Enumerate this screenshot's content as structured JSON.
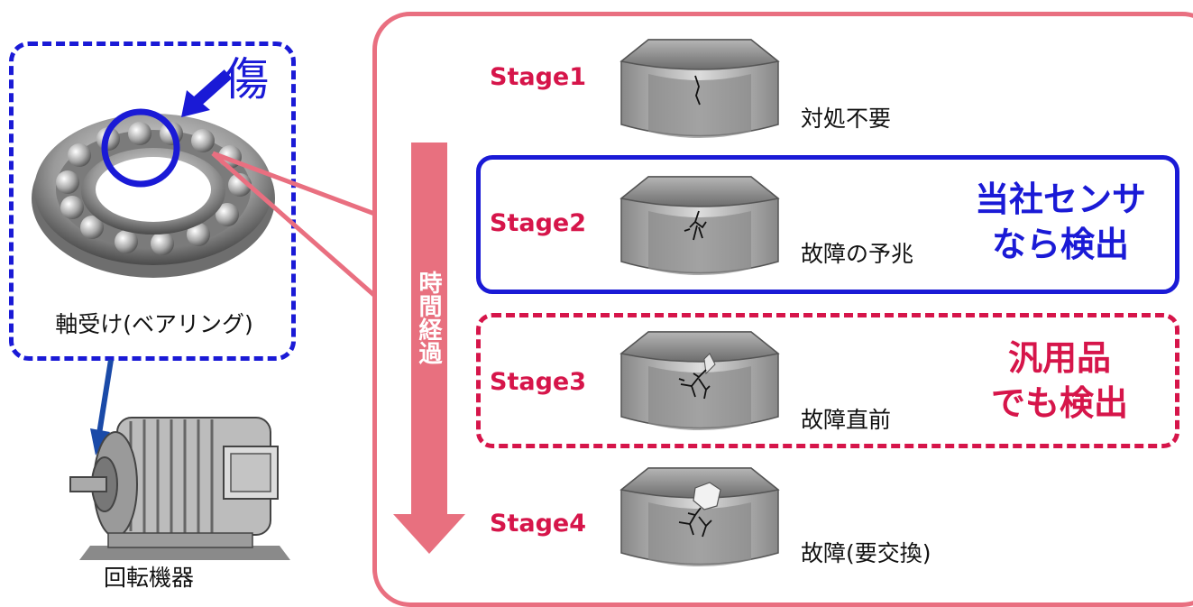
{
  "left": {
    "damage_label": "傷",
    "bearing_caption": "軸受け(ベアリング)",
    "motor_caption": "回転機器"
  },
  "timeline": {
    "label": "時間経過"
  },
  "stages": [
    {
      "label": "Stage1",
      "status": "対処不要"
    },
    {
      "label": "Stage2",
      "status": "故障の予兆"
    },
    {
      "label": "Stage3",
      "status": "故障直前"
    },
    {
      "label": "Stage4",
      "status": "故障(要交換)"
    }
  ],
  "callouts": {
    "sensor": {
      "line1": "当社センサ",
      "line2": "なら検出",
      "color": "#1a1ad6"
    },
    "generic": {
      "line1": "汎用品",
      "line2": "でも検出",
      "color": "#d6154a"
    }
  },
  "colors": {
    "accent_red": "#d6154a",
    "pink_panel": "#e96f80",
    "blue_frame": "#1a1ad6",
    "arrow_pink": "#e8707f"
  }
}
